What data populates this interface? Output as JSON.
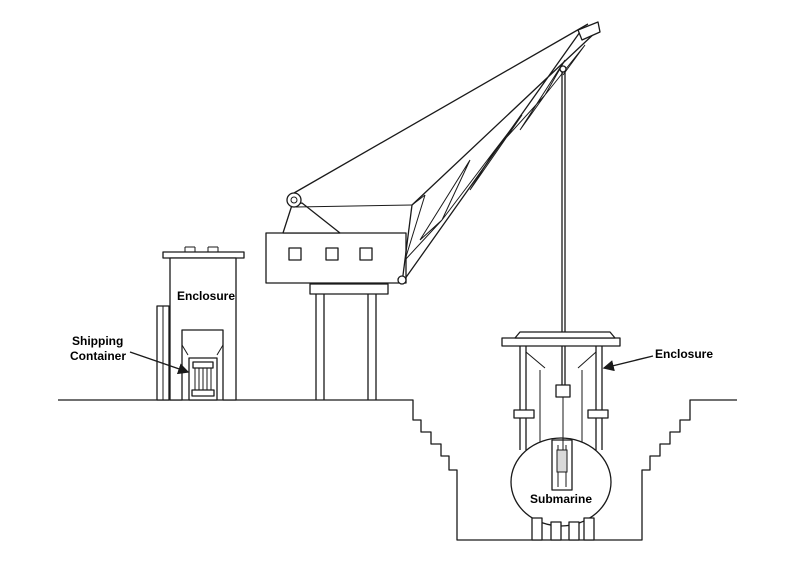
{
  "labels": {
    "enclosure_left": "Enclosure",
    "shipping_container_line1": "Shipping",
    "shipping_container_line2": "Container",
    "enclosure_right": "Enclosure",
    "submarine": "Submarine"
  },
  "colors": {
    "line": "#1a1a1a",
    "background": "#ffffff"
  }
}
